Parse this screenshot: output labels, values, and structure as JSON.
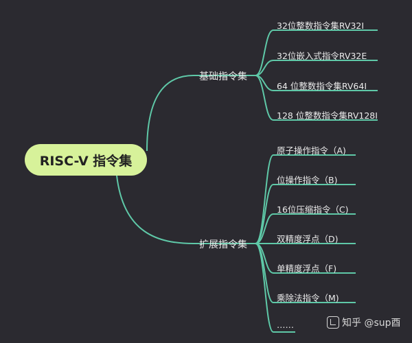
{
  "root": {
    "label": "RISC-V 指令集"
  },
  "branches": [
    {
      "label": "基础指令集",
      "leaves": [
        "32位整数指令集RV32I",
        "32位嵌入式指令RV32E",
        "64 位整数指令集RV64I",
        "128 位整数指令集RV128I"
      ]
    },
    {
      "label": "扩展指令集",
      "leaves": [
        "原子操作指令（A)",
        "位操作指令（B)",
        "16位压缩指令（C)",
        "双精度浮点（D)",
        "单精度浮点（F)",
        "乘除法指令（M)",
        "……"
      ]
    }
  ],
  "watermark": {
    "text": "知乎 @sup酉"
  },
  "colors": {
    "background": "#2b2a30",
    "root_fill": "#d7f29a",
    "connector": "#5fc9a8",
    "text": "#ececec"
  }
}
